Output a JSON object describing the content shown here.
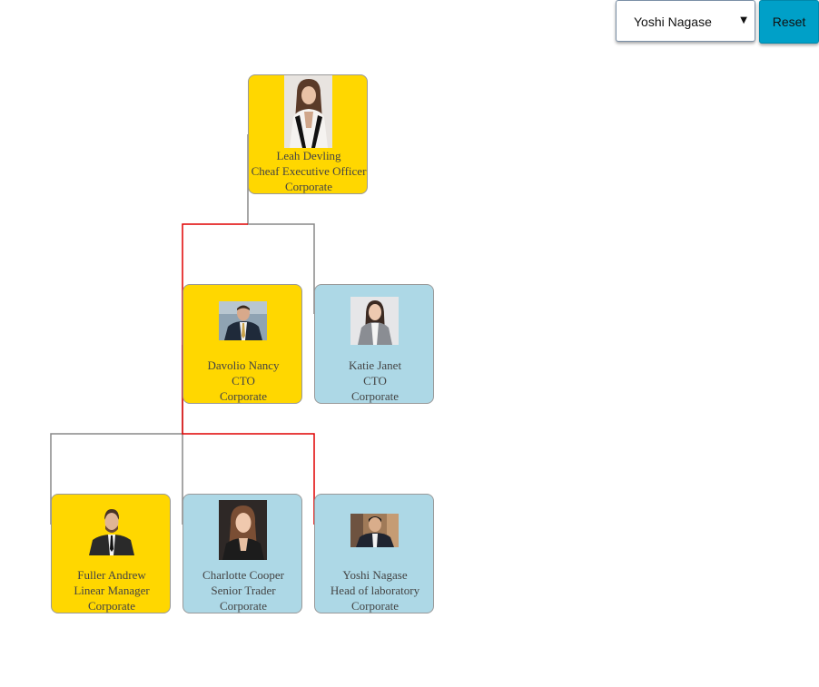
{
  "toolbar": {
    "selected_person": "Yoshi Nagase",
    "reset_label": "Reset"
  },
  "colors": {
    "highlight_node": "#ffd700",
    "normal_node": "#add8e6",
    "highlight_path": "#e00000",
    "connector": "#888888",
    "reset_button": "#00a0c8"
  },
  "nodes": {
    "leah": {
      "name": "Leah Devling",
      "title": "Cheaf Executive Officer",
      "dept": "Corporate",
      "highlighted": true
    },
    "davolio": {
      "name": "Davolio Nancy",
      "title": "CTO",
      "dept": "Corporate",
      "highlighted": true
    },
    "katie": {
      "name": "Katie Janet",
      "title": "CTO",
      "dept": "Corporate",
      "highlighted": false
    },
    "fuller": {
      "name": "Fuller Andrew",
      "title": "Linear Manager",
      "dept": "Corporate",
      "highlighted": true
    },
    "charlotte": {
      "name": "Charlotte Cooper",
      "title": "Senior Trader",
      "dept": "Corporate",
      "highlighted": false
    },
    "yoshi": {
      "name": "Yoshi Nagase",
      "title": "Head of laboratory",
      "dept": "Corporate",
      "highlighted": false
    }
  }
}
